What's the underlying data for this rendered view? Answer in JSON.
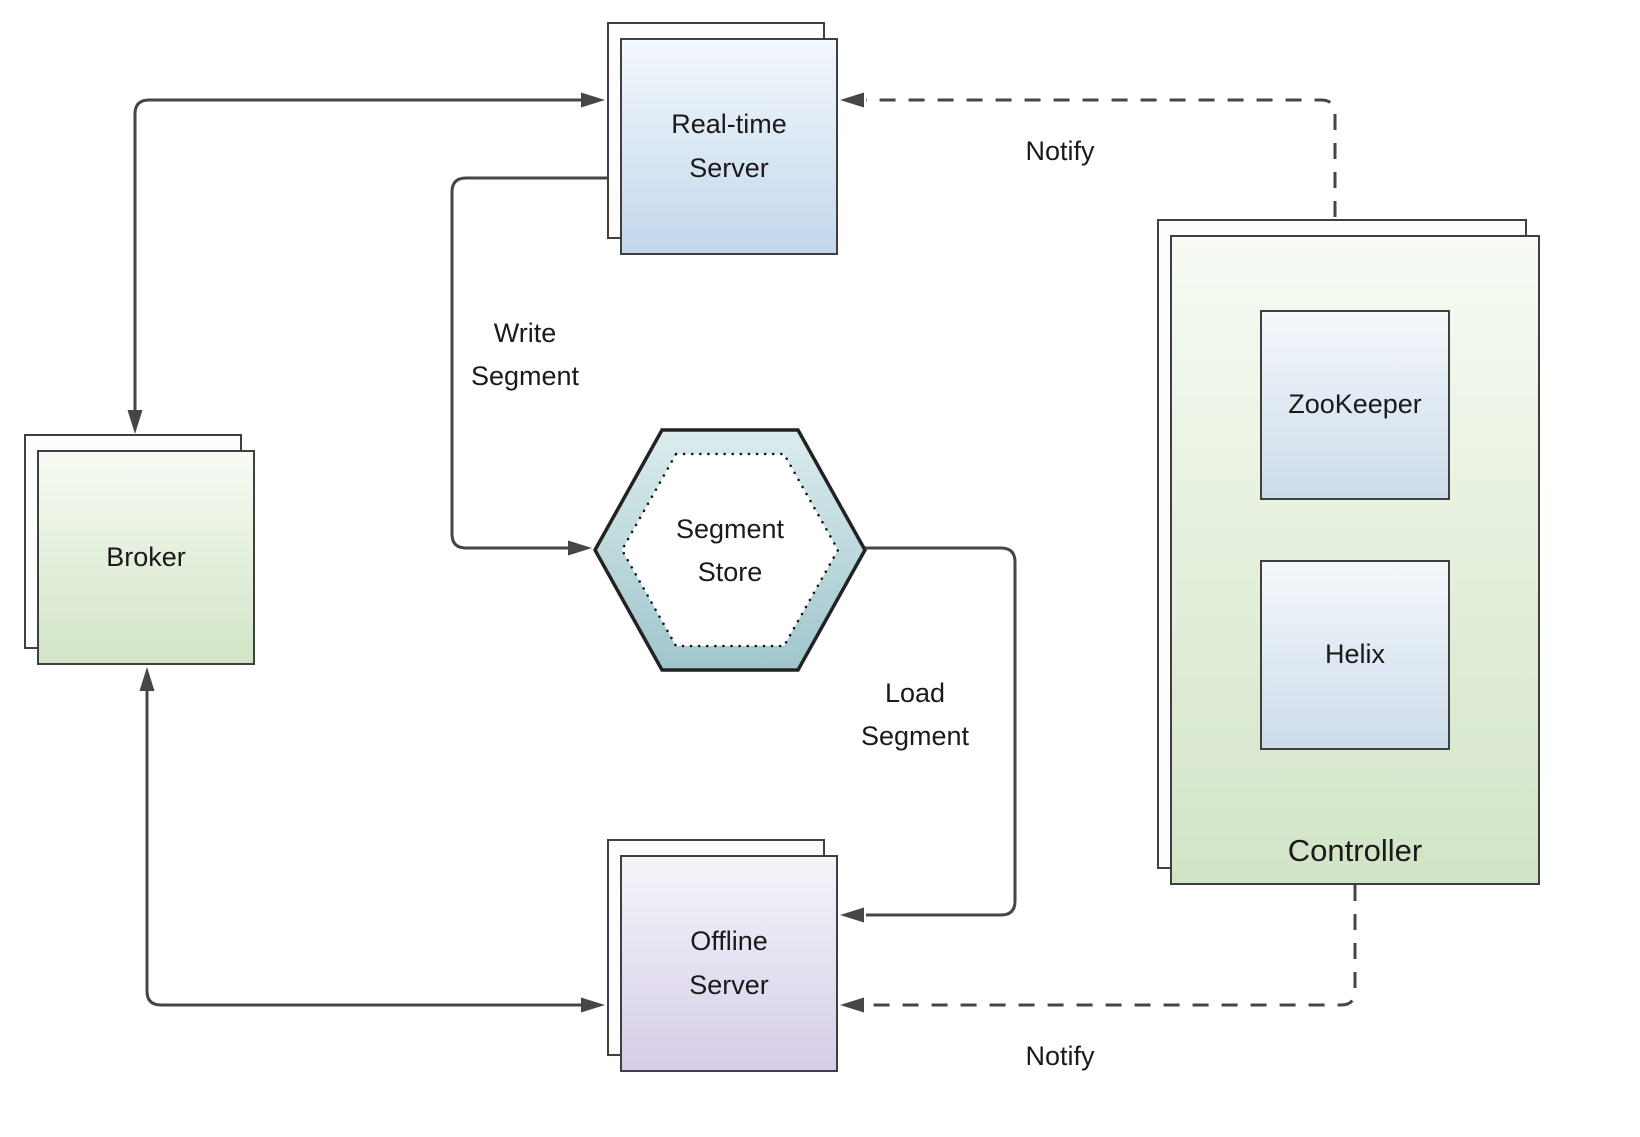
{
  "diagram": {
    "nodes": {
      "broker": {
        "label": "Broker"
      },
      "realtime_server": {
        "label": "Real-time\nServer"
      },
      "offline_server": {
        "label": "Offline\nServer"
      },
      "segment_store": {
        "label": "Segment\nStore"
      },
      "controller": {
        "label": "Controller"
      },
      "zookeeper": {
        "label": "ZooKeeper"
      },
      "helix": {
        "label": "Helix"
      }
    },
    "edges": {
      "write_segment": {
        "label": "Write\nSegment"
      },
      "load_segment": {
        "label": "Load\nSegment"
      },
      "notify_top": {
        "label": "Notify"
      },
      "notify_bottom": {
        "label": "Notify"
      }
    },
    "colors": {
      "realtime_fill": "#c3d7ec",
      "broker_fill": "#d2e4c6",
      "offline_fill": "#d5cde7",
      "controller_fill": "#d2e4c6",
      "inner_box_fill": "#cddcea",
      "segment_store_fill": "#a5c9cf",
      "line": "#464646",
      "text": "#1a1a1a"
    }
  }
}
